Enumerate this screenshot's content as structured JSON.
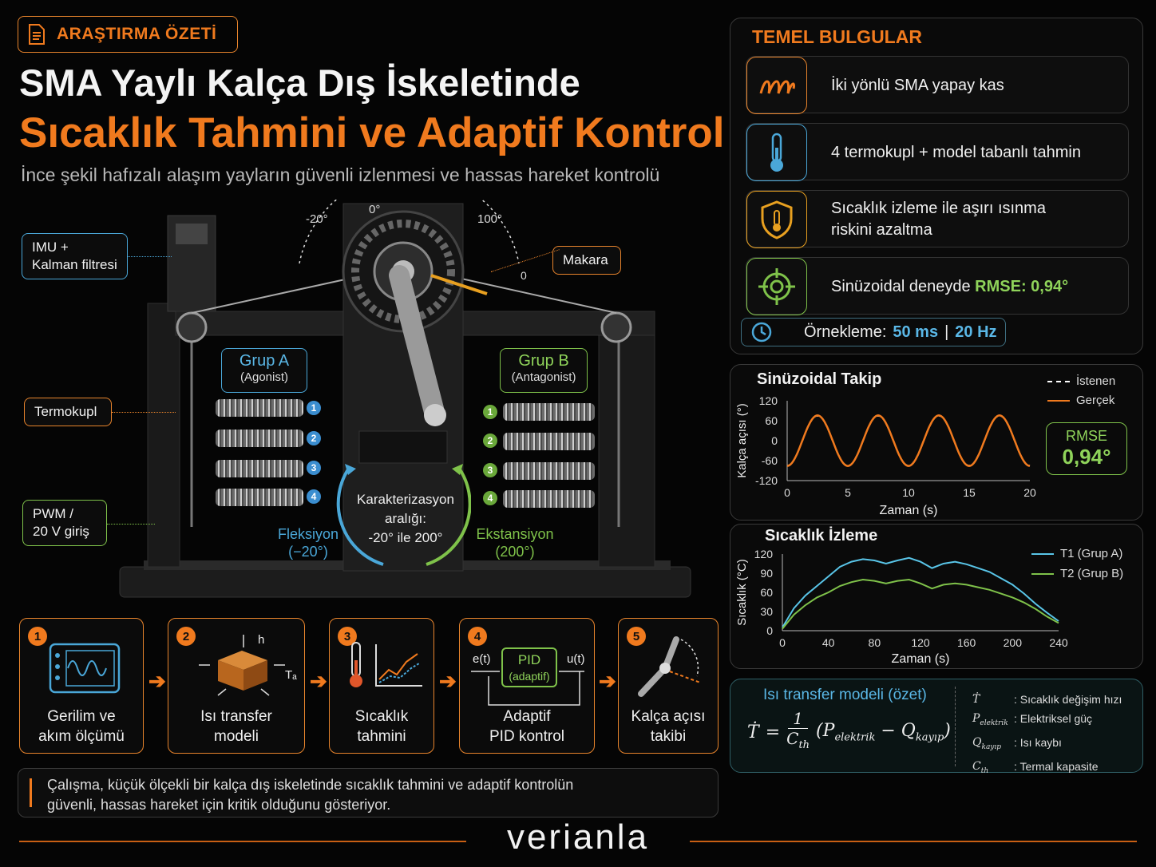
{
  "header": {
    "tag": "ARAŞTIRMA ÖZETİ",
    "title_line1": "SMA Yaylı Kalça Dış İskeletinde",
    "title_line2": "Sıcaklık Tahmini ve Adaptif Kontrol",
    "subtitle": "İnce şekil hafızalı alaşım yayların güvenli izlenmesi ve hassas hareket kontrolü"
  },
  "device": {
    "angle_left": "-20°",
    "angle_zero": "0°",
    "angle_right": "100°",
    "angle_end": "0",
    "group_a_title": "Grup A",
    "group_a_sub": "(Agonist)",
    "group_b_title": "Grup B",
    "group_b_sub": "(Antagonist)",
    "spring_numbers": [
      "1",
      "2",
      "3",
      "4"
    ],
    "range_text_1": "Karakterizasyon",
    "range_text_2": "aralığı:",
    "range_text_3": "-20° ile 200°",
    "flexion_1": "Fleksiyon",
    "flexion_2": "(−20°)",
    "extension_1": "Ekstansiyon",
    "extension_2": "(200°)"
  },
  "callouts": {
    "imu_1": "IMU +",
    "imu_2": "Kalman filtresi",
    "thermocouple": "Termokupl",
    "pwm_1": "PWM /",
    "pwm_2": "20 V giriş",
    "pulley": "Makara"
  },
  "findings": {
    "title": "TEMEL BULGULAR",
    "item1": "İki yönlü SMA yapay kas",
    "item2": "4 termokupl + model tabanlı tahmin",
    "item3_1": "Sıcaklık izleme ile aşırı ısınma",
    "item3_2": "riskini azaltma",
    "item4_prefix": "Sinüzoidal deneyde",
    "item4_value": "RMSE: 0,94°",
    "sampling_label": "Örnekleme:",
    "sampling_ms": "50 ms",
    "sampling_sep": "|",
    "sampling_hz": "20 Hz"
  },
  "chart_data": [
    {
      "type": "line",
      "title": "Sinüzoidal Takip",
      "xlabel": "Zaman (s)",
      "ylabel": "Kalça açısı (°)",
      "xlim": [
        0,
        20
      ],
      "ylim": [
        -120,
        120
      ],
      "xticks": [
        "0",
        "5",
        "10",
        "15",
        "20"
      ],
      "yticks": [
        "120",
        "60",
        "0",
        "-60",
        "-120"
      ],
      "legend_position": "top-right",
      "rmse_label": "RMSE",
      "rmse_value": "0,94°",
      "series": [
        {
          "name": "İstenen",
          "color": "#ffffff",
          "style": "dashed",
          "amplitude": 75,
          "period_s": 5,
          "offset": 0
        },
        {
          "name": "Gerçek",
          "color": "#f07a1e",
          "style": "solid",
          "amplitude": 76,
          "period_s": 5,
          "offset": 0
        }
      ]
    },
    {
      "type": "line",
      "title": "Sıcaklık İzleme",
      "xlabel": "Zaman (s)",
      "ylabel": "Sıcaklık (°C)",
      "xlim": [
        0,
        240
      ],
      "ylim": [
        0,
        120
      ],
      "xticks": [
        "0",
        "40",
        "80",
        "120",
        "160",
        "200",
        "240"
      ],
      "yticks": [
        "120",
        "90",
        "60",
        "30",
        "0"
      ],
      "legend_position": "top-right",
      "x": [
        0,
        10,
        20,
        30,
        40,
        50,
        60,
        70,
        80,
        90,
        100,
        110,
        120,
        130,
        140,
        150,
        160,
        170,
        180,
        190,
        200,
        210,
        220,
        230,
        240
      ],
      "series": [
        {
          "name": "T1 (Grup A)",
          "color": "#59c5e8",
          "values": [
            5,
            35,
            55,
            70,
            85,
            100,
            108,
            112,
            110,
            105,
            110,
            114,
            108,
            98,
            105,
            108,
            104,
            98,
            92,
            82,
            72,
            58,
            42,
            28,
            15
          ]
        },
        {
          "name": "T2 (Grup B)",
          "color": "#7fc24a",
          "values": [
            3,
            25,
            40,
            52,
            60,
            70,
            76,
            80,
            78,
            74,
            78,
            80,
            74,
            66,
            72,
            74,
            72,
            68,
            64,
            58,
            52,
            44,
            34,
            22,
            12
          ]
        }
      ]
    }
  ],
  "heat_model": {
    "title": "Isı transfer modeli (özet)",
    "equation": "Ṫ = (1 / C_th) (P_elektrik − Q_kayıp)",
    "terms": [
      {
        "symbol": "Ṫ",
        "desc": ": Sıcaklık değişim hızı"
      },
      {
        "symbol": "P_elektrik",
        "desc": ": Elektriksel güç"
      },
      {
        "symbol": "Q_kayıp",
        "desc": ": Isı kaybı"
      },
      {
        "symbol": "C_th",
        "desc": ": Termal kapasite"
      }
    ]
  },
  "process": {
    "steps": [
      {
        "num": "1",
        "label_1": "Gerilim ve",
        "label_2": "akım ölçümü"
      },
      {
        "num": "2",
        "label_1": "Isı transfer",
        "label_2": "modeli",
        "h": "h",
        "ta": "Tₐ"
      },
      {
        "num": "3",
        "label_1": "Sıcaklık",
        "label_2": "tahmini"
      },
      {
        "num": "4",
        "label_1": "Adaptif",
        "label_2": "PID kontrol",
        "in": "e(t)",
        "out": "u(t)",
        "box_1": "PID",
        "box_2": "(adaptif)"
      },
      {
        "num": "5",
        "label_1": "Kalça açısı",
        "label_2": "takibi"
      }
    ]
  },
  "conclusion": {
    "line1": "Çalışma, küçük ölçekli bir kalça dış iskeletinde sıcaklık tahmini ve adaptif kontrolün",
    "line2": "güvenli, hassas hareket için kritik olduğunu gösteriyor."
  },
  "footer": {
    "brand": "verianla"
  },
  "colors": {
    "accent": "#f07a1e",
    "blue": "#4aa7d8",
    "green": "#7fc24a",
    "teal_panel": "#0e1a1a"
  }
}
